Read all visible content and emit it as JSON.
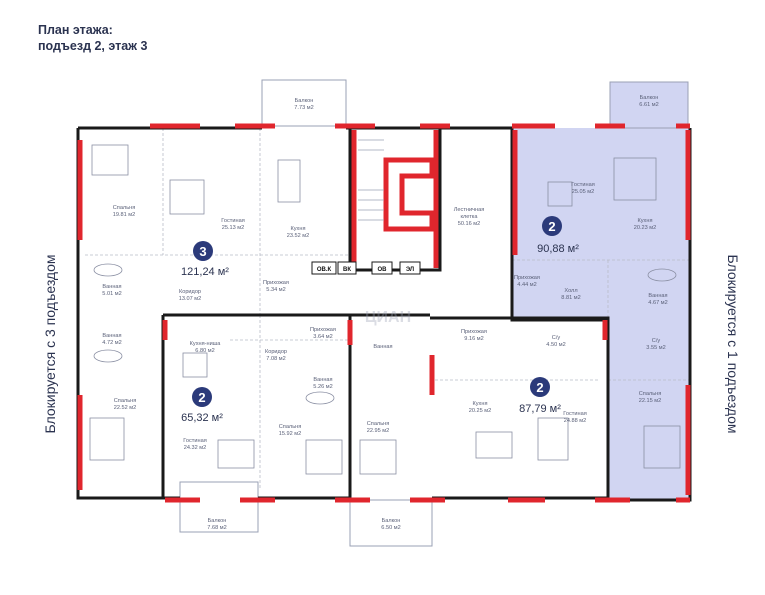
{
  "title": {
    "line1": "План этажа:",
    "line2": "подъезд 2, этаж 3"
  },
  "side_labels": {
    "left": "Блокируется с 3 подъездом",
    "right": "Блокируется с 1 подъездом"
  },
  "colors": {
    "wall": "#1a1a1a",
    "accent_wall": "#e0262d",
    "highlight_fill": "#c9cef0",
    "badge": "#2b3a7a",
    "room_lines": "#b9bcc8"
  },
  "apartments": [
    {
      "id": "apt-left-top",
      "rooms": "3",
      "area": "121,24 м²"
    },
    {
      "id": "apt-right-top",
      "rooms": "2",
      "area": "90,88 м²"
    },
    {
      "id": "apt-left-bottom",
      "rooms": "2",
      "area": "65,32 м²"
    },
    {
      "id": "apt-middle-bottom",
      "rooms": "2",
      "area": "87,79 м²"
    }
  ],
  "rooms": {
    "spalnya_1": [
      "Спальня",
      "19.81 м2"
    ],
    "gostinaya_1": [
      "Гостиная",
      "25.13 м2"
    ],
    "kukhnya_1": [
      "Кухня",
      "23.52 м2"
    ],
    "balkon_top_1": [
      "Балкон",
      "7.73 м2"
    ],
    "lestnichnaya": [
      "Лестничная",
      "клетка",
      "50.16 м2"
    ],
    "balkon_top_2": [
      "Балкон",
      "6.61 м2"
    ],
    "gostinaya_2": [
      "Гостиная",
      "25.05 м2"
    ],
    "kukhnya_2": [
      "Кухня",
      "20.23 м2"
    ],
    "vannaya_1": [
      "Ванная",
      "5.01 м2"
    ],
    "koridor_1": [
      "Коридор",
      "13.07 м2"
    ],
    "prikhozhaya_1": [
      "Прихожая",
      "5.34 м2"
    ],
    "prikhozhaya_2": [
      "Прихожая",
      "4.44 м2"
    ],
    "kholl": [
      "Холл",
      "8.81 м2"
    ],
    "vannaya_2": [
      "Ванная",
      "4.67 м2"
    ],
    "vannaya_3": [
      "Ванная",
      "4.72 м2"
    ],
    "kukhnya_niche": [
      "Кухня-ниша",
      "6.80 м2"
    ],
    "prikhozhaya_3": [
      "Прихожая",
      "3.64 м2"
    ],
    "vannaya_small": [
      "Ванная"
    ],
    "prikhozhaya_4": [
      "Прихожая",
      "9.16 м2"
    ],
    "su_1": [
      "С/у",
      "4.50 м2"
    ],
    "su_2": [
      "С/у",
      "3.55 м2"
    ],
    "koridor_2": [
      "Коридор",
      "7.08 м2"
    ],
    "vannaya_4": [
      "Ванная",
      "5.26 м2"
    ],
    "spalnya_2": [
      "Спальня",
      "22.52 м2"
    ],
    "gostinaya_3": [
      "Гостиная",
      "24.32 м2"
    ],
    "spalnya_3": [
      "Спальня",
      "15.92 м2"
    ],
    "spalnya_4": [
      "Спальня",
      "22.95 м2"
    ],
    "kukhnya_3": [
      "Кухня",
      "20.25 м2"
    ],
    "gostinaya_4": [
      "Гостиная",
      "24.88 м2"
    ],
    "spalnya_5": [
      "Спальня",
      "22.15 м2"
    ],
    "balkon_bot_1": [
      "Балкон",
      "7.68 м2"
    ],
    "balkon_bot_2": [
      "Балкон",
      "6.50 м2"
    ]
  },
  "shaft_tags": {
    "ovk": "ОВ.К",
    "vk": "ВК",
    "ov": "ОВ",
    "el": "ЭЛ"
  },
  "watermark": "ЦИАН"
}
